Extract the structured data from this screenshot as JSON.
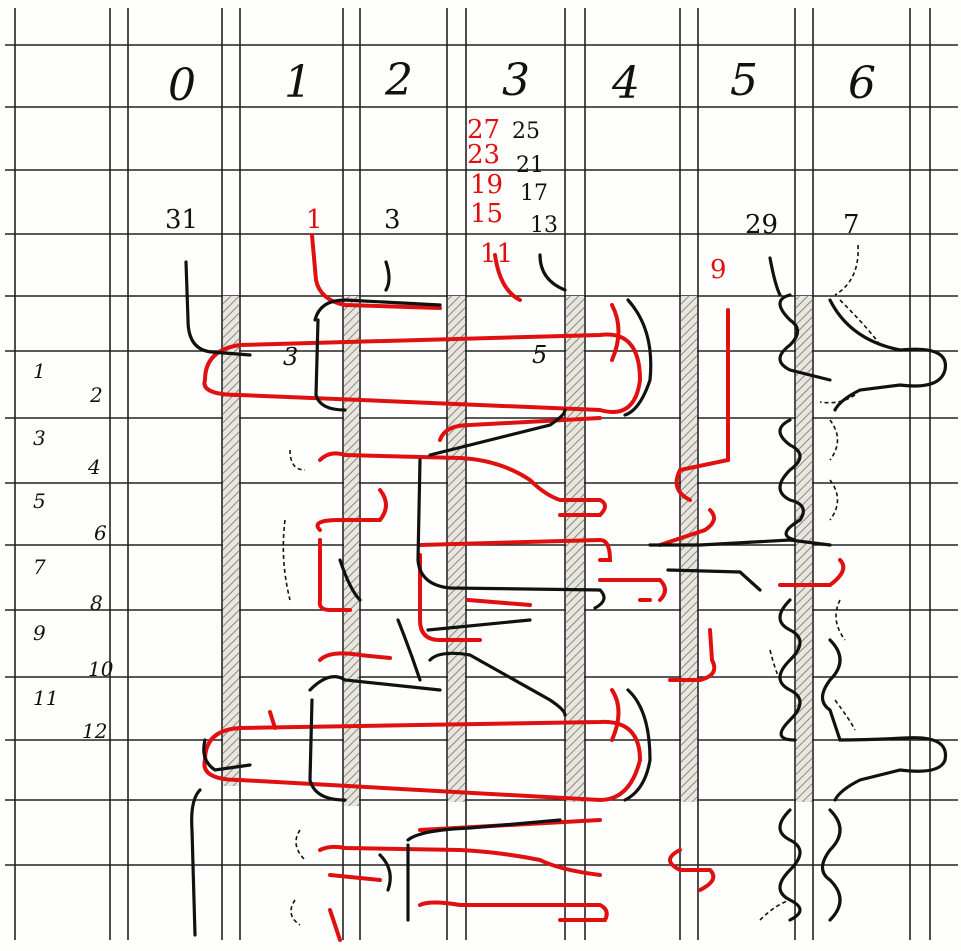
{
  "diagram": {
    "colors": {
      "grid": "#222222",
      "black_strand": "#111111",
      "red_strand": "#e01010",
      "hatch": "#888888"
    },
    "column_numbers": [
      "0",
      "1",
      "2",
      "3",
      "4",
      "5",
      "6"
    ],
    "row_numbers": [
      "1",
      "2",
      "3",
      "4",
      "5",
      "6",
      "7",
      "8",
      "9",
      "10",
      "11",
      "12"
    ],
    "top_labels": {
      "col0": "31",
      "col1": "1",
      "col2": "3",
      "col3_red": [
        "27",
        "23",
        "19",
        "15",
        "11"
      ],
      "col3_black": [
        "25",
        "21",
        "17",
        "13"
      ],
      "col5_red": "9",
      "col5_black": "29",
      "col6": "7"
    },
    "inner_labels": {
      "left": "3",
      "right": "5"
    }
  }
}
